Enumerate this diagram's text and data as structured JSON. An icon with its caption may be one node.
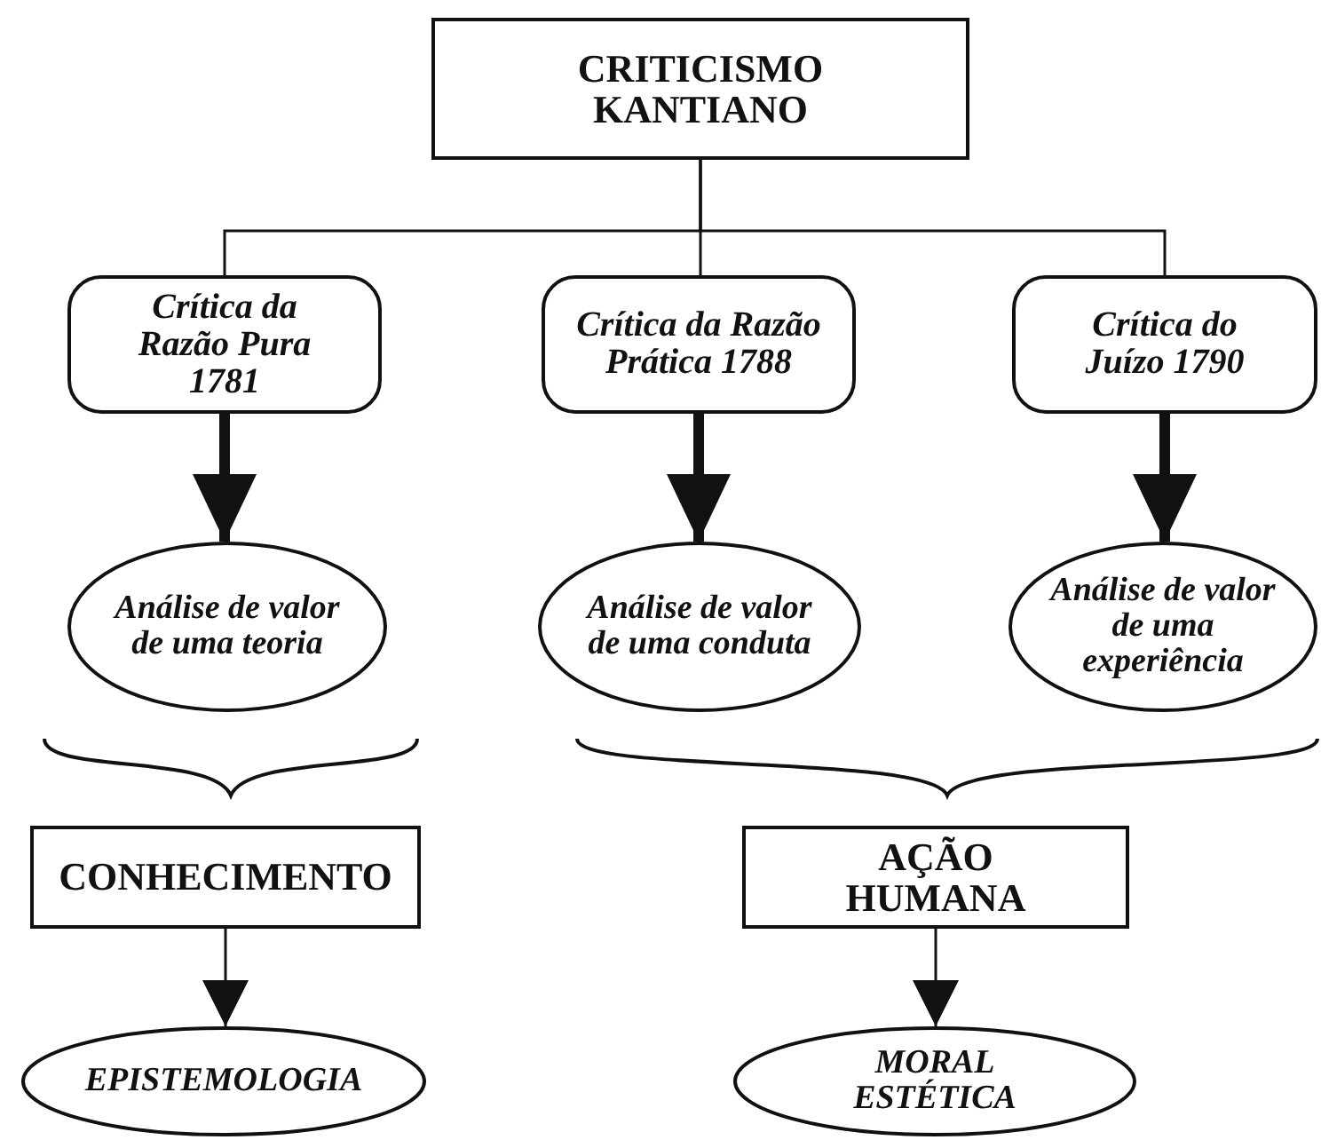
{
  "diagram": {
    "nodes": [
      {
        "text": [
          "CRITICISMO KANTIANO"
        ]
      },
      {
        "text": [
          "Crítica da Razão Pura 1781"
        ]
      },
      {
        "text": [
          "Crítica da Razão Prática 1788"
        ]
      },
      {
        "text": [
          "Crítica do Juízo 1790"
        ]
      },
      {
        "text": [
          "Análise de valor de uma teoria"
        ]
      },
      {
        "text": [
          "Análise de valor de uma conduta"
        ]
      },
      {
        "text": [
          "Análise de valor de uma experiência"
        ]
      },
      {
        "text": [
          "CONHECIMENTO"
        ]
      },
      {
        "text": [
          "AÇÃO HUMANA"
        ]
      },
      {
        "text": [
          "EPISTEMOLOGIA"
        ]
      },
      {
        "text": [
          "MORAL ESTÉTICA"
        ]
      }
    ],
    "edges": [
      {
        "from": 0,
        "to": 1,
        "arrow": "none"
      },
      {
        "from": 0,
        "to": 2,
        "arrow": "none"
      },
      {
        "from": 0,
        "to": 3,
        "arrow": "none"
      },
      {
        "from": 1,
        "to": 4,
        "arrow": "to",
        "style": "thick"
      },
      {
        "from": 2,
        "to": 5,
        "arrow": "to",
        "style": "thick"
      },
      {
        "from": 3,
        "to": 6,
        "arrow": "to",
        "style": "thick"
      },
      {
        "from": 7,
        "to": 9,
        "arrow": "to"
      },
      {
        "from": 8,
        "to": 10,
        "arrow": "to"
      }
    ]
  }
}
